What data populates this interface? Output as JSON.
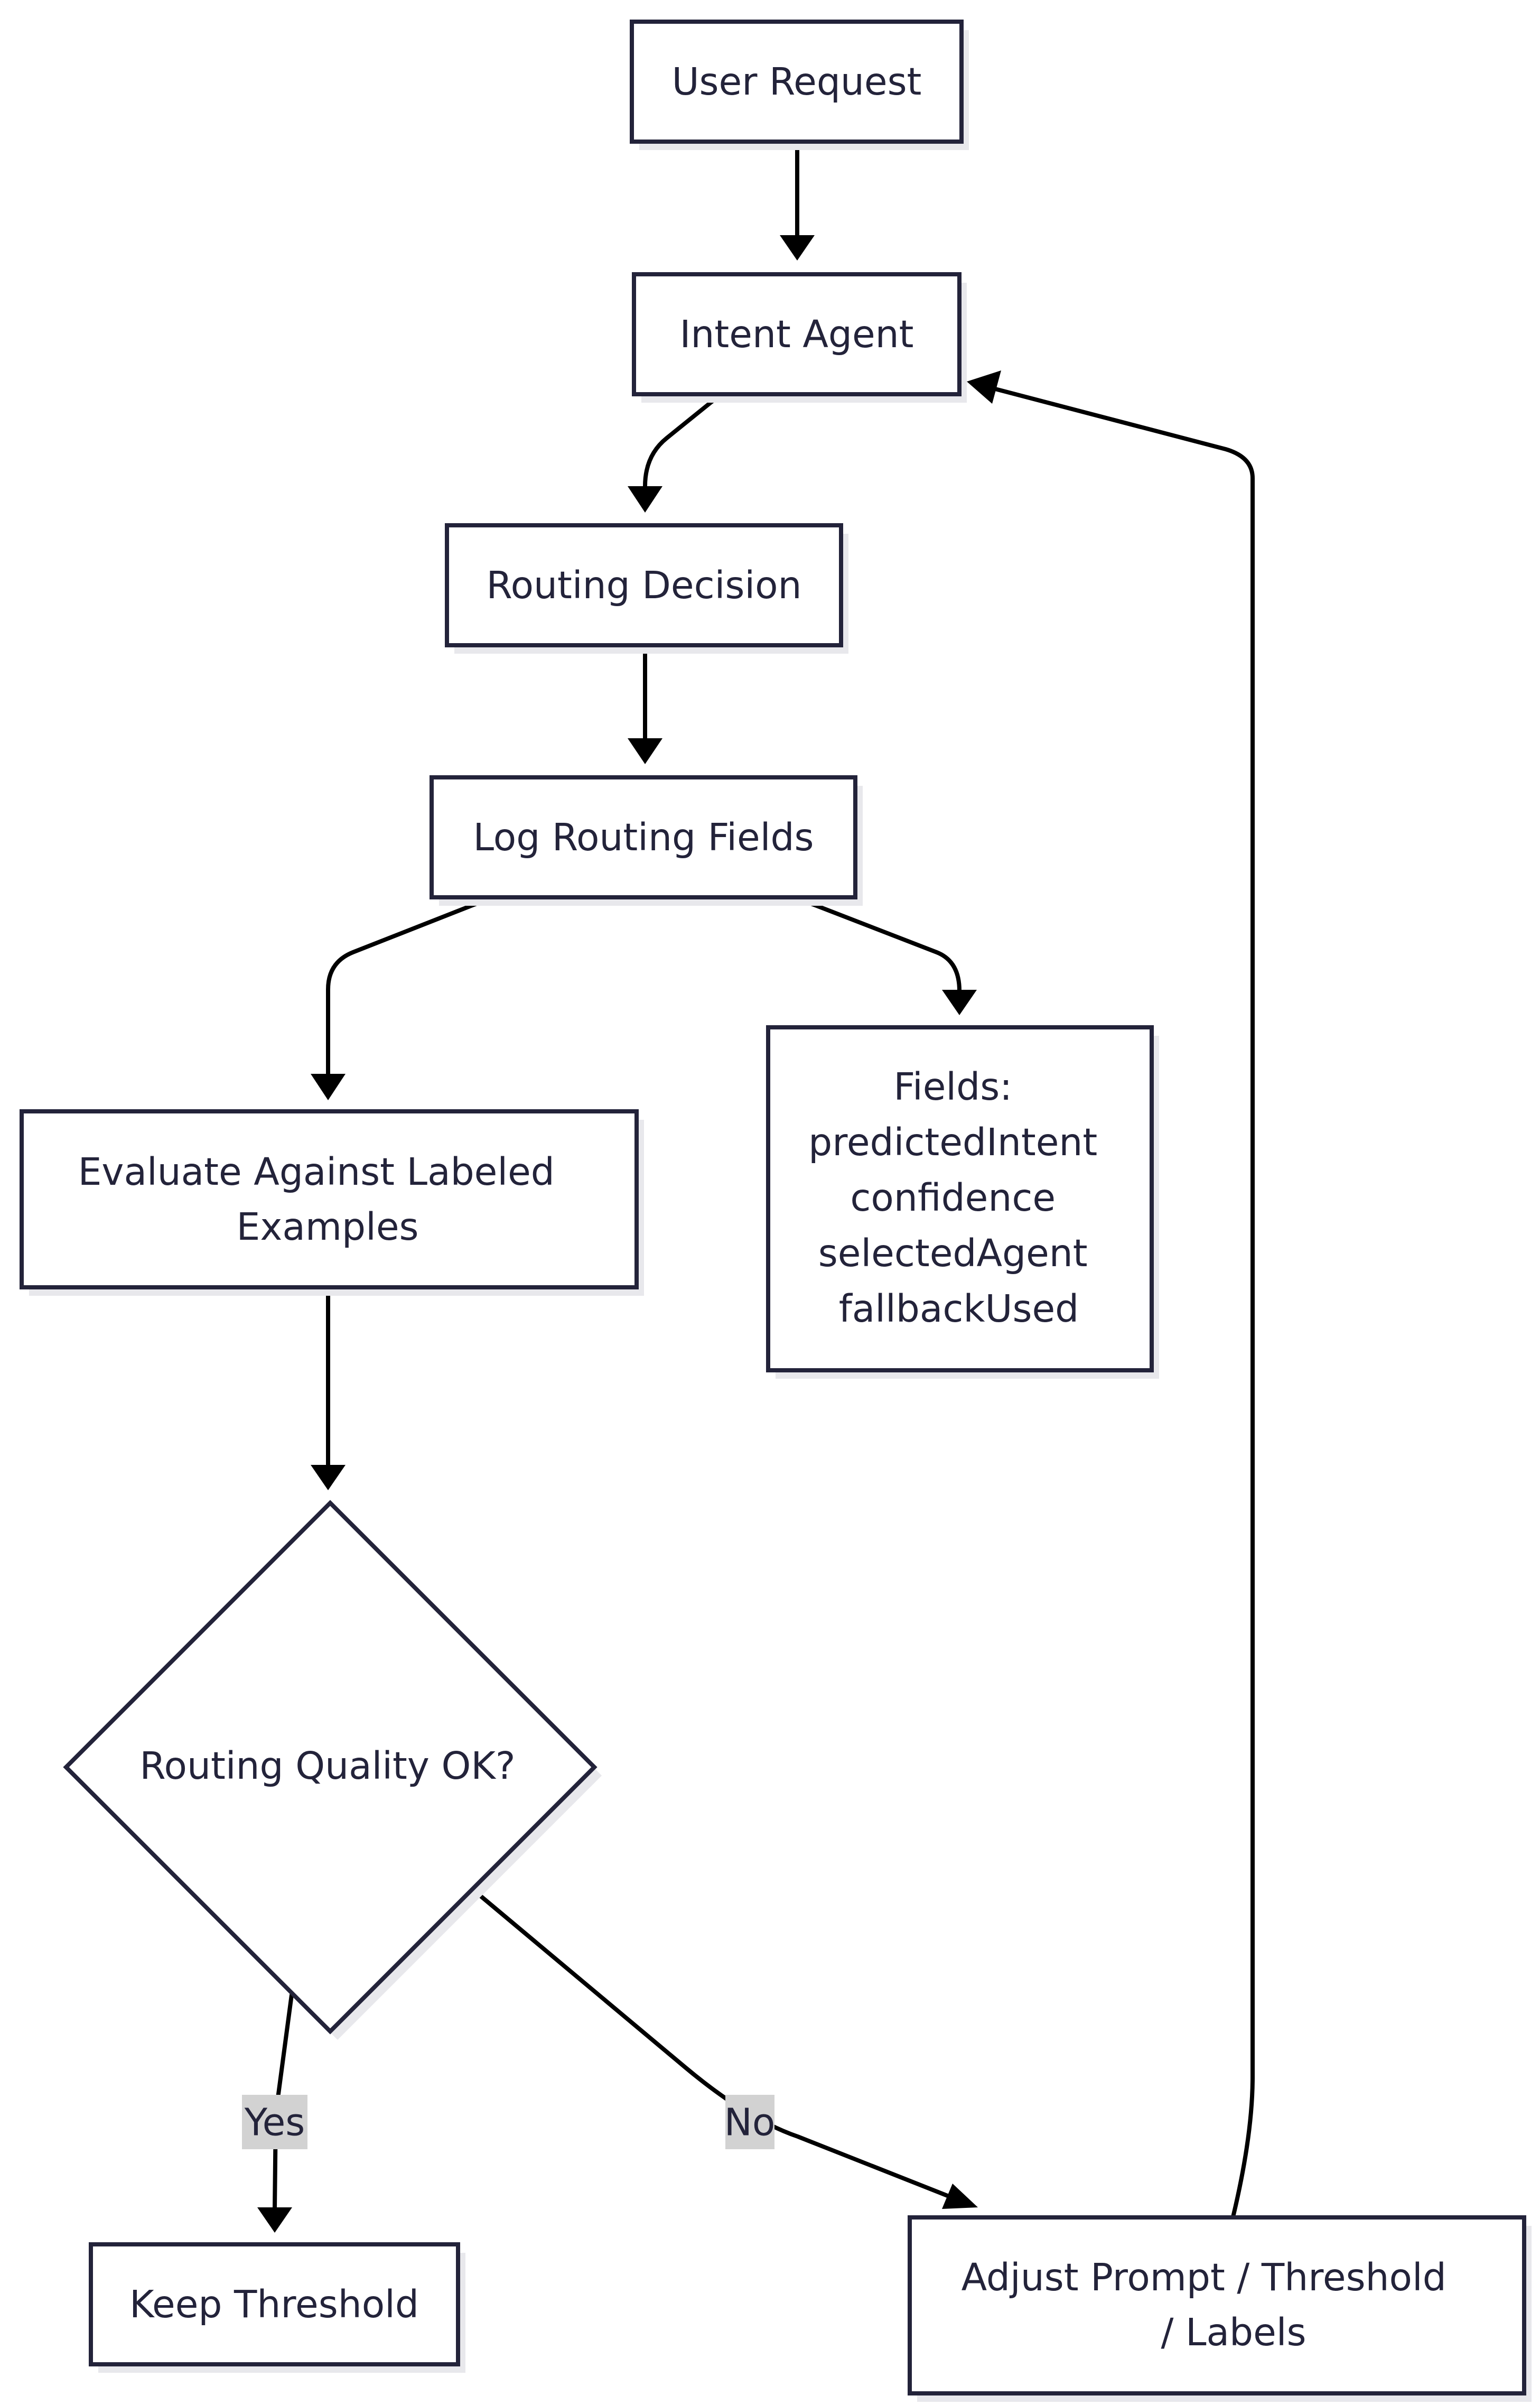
{
  "diagram": {
    "nodes": {
      "user_request": {
        "lines": [
          "User Request"
        ]
      },
      "intent_agent": {
        "lines": [
          "Intent Agent"
        ]
      },
      "routing_decision": {
        "lines": [
          "Routing Decision"
        ]
      },
      "log_routing_fields": {
        "lines": [
          "Log Routing Fields"
        ]
      },
      "evaluate": {
        "lines": [
          "Evaluate Against Labeled",
          "Examples"
        ]
      },
      "fields": {
        "lines": [
          "Fields:",
          "predictedIntent",
          "confidence",
          "selectedAgent",
          "fallbackUsed"
        ]
      },
      "routing_quality": {
        "lines": [
          "Routing Quality OK?"
        ]
      },
      "keep_threshold": {
        "lines": [
          "Keep Threshold"
        ]
      },
      "adjust": {
        "lines": [
          "Adjust Prompt / Threshold",
          "/ Labels"
        ]
      }
    },
    "edges": {
      "yes_label": "Yes",
      "no_label": "No"
    },
    "colors": {
      "node_stroke": "#23233a",
      "node_fill": "#ffffff",
      "edge": "#000000",
      "label_bg": "#d2d2d2"
    }
  }
}
